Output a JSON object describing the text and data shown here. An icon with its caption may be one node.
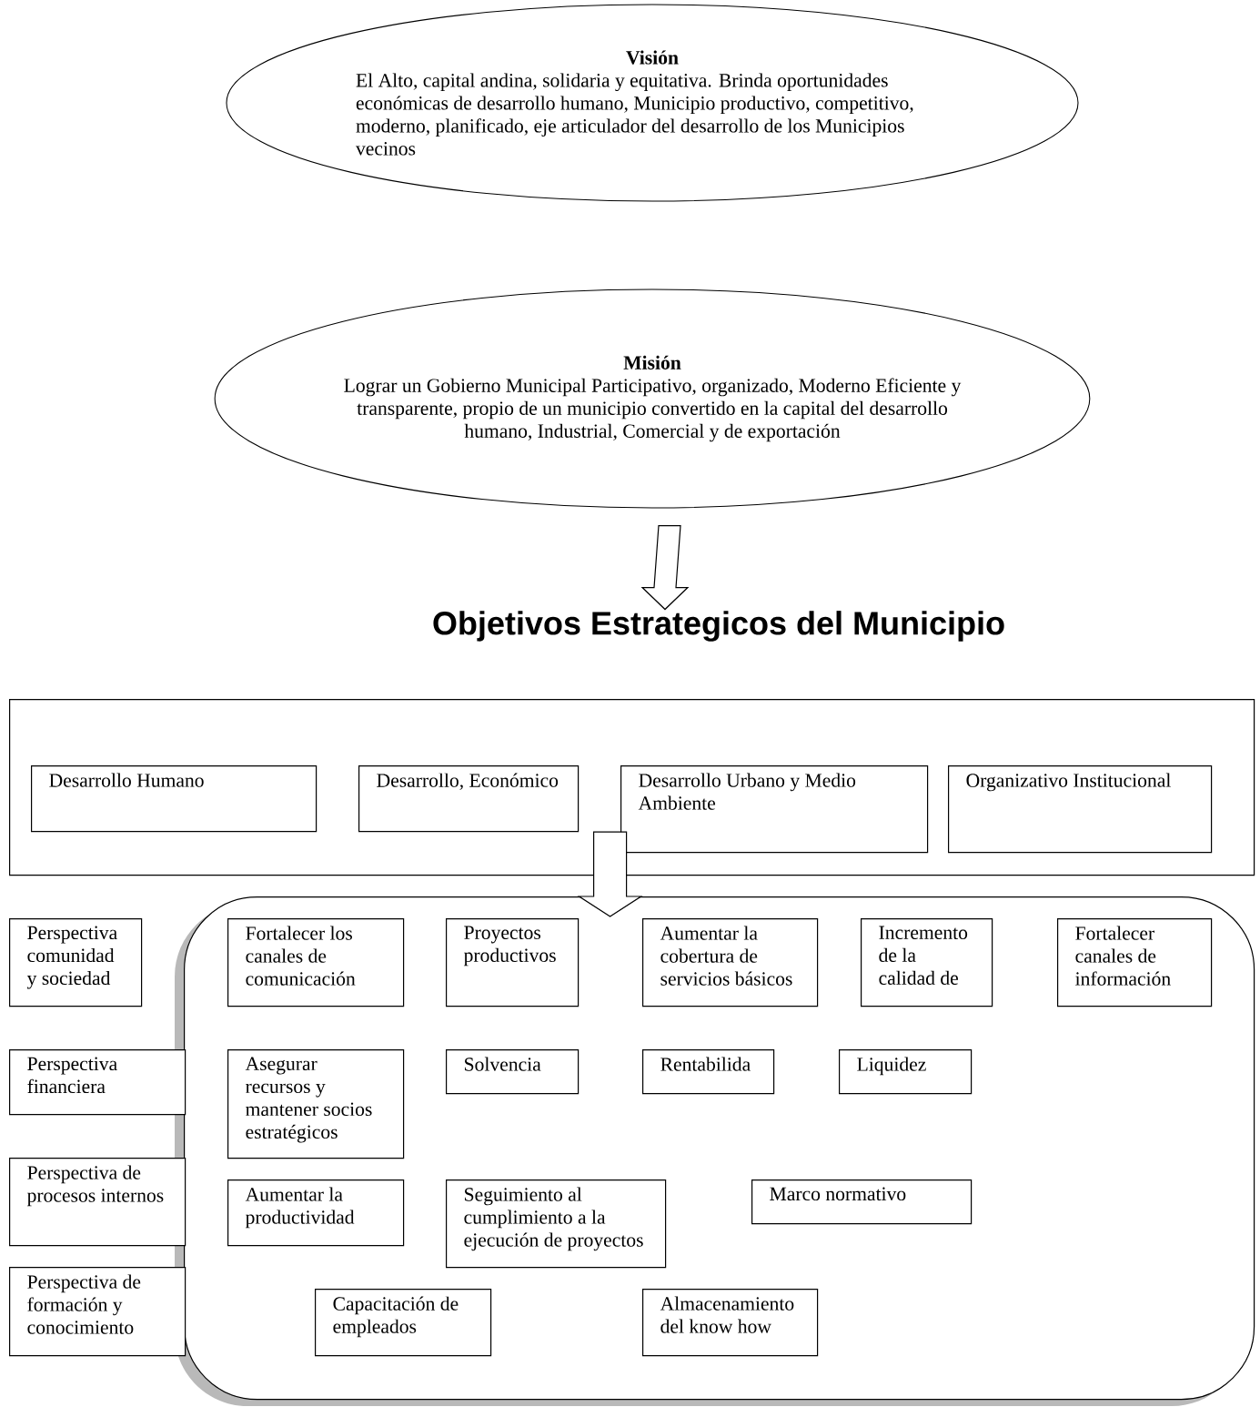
{
  "diagram": {
    "nodes": [
      {
        "text": [
          "Visión",
          "El Alto, capital andina, solidaria y equitativa. Brinda oportunidades económicas de desarrollo humano, Municipio productivo, competitivo, moderno, planificado, eje articulador del desarrollo de los Municipios vecinos"
        ]
      },
      {
        "text": [
          "Misión",
          "Lograr un Gobierno Municipal Participativo, organizado, Moderno Eficiente y transparente, propio de un municipio convertido en la capital del desarrollo humano, Industrial, Comercial y de exportación"
        ]
      },
      {
        "text": [
          "Objetivos Estrategicos del Municipio"
        ]
      },
      {
        "text": [],
        "shape": "box"
      },
      {
        "text": [
          "Desarrollo Humano"
        ],
        "in": 3
      },
      {
        "text": [
          "Desarrollo, Económico"
        ],
        "in": 3
      },
      {
        "text": [
          "Desarrollo Urbano y Medio Ambiente"
        ],
        "in": 3
      },
      {
        "text": [
          "Organizativo Institucional"
        ],
        "in": 3
      },
      {
        "text": [],
        "shape": "box"
      },
      {
        "text": [
          "Perspectiva comunidad y sociedad"
        ]
      },
      {
        "text": [
          "Perspectiva financiera"
        ]
      },
      {
        "text": [
          "Perspectiva de procesos internos"
        ]
      },
      {
        "text": [
          "Perspectiva de formación y conocimiento"
        ]
      },
      {
        "text": [
          "Fortalecer los canales de comunicación"
        ],
        "in": 8
      },
      {
        "text": [
          "Proyectos productivos"
        ],
        "in": 8
      },
      {
        "text": [
          "Aumentar la cobertura de servicios básicos"
        ],
        "in": 8
      },
      {
        "text": [
          "Incremento de la calidad de"
        ],
        "in": 8
      },
      {
        "text": [
          "Fortalecer canales de información"
        ],
        "in": 8
      },
      {
        "text": [
          "Asegurar recursos y mantener socios estratégicos"
        ],
        "in": 8
      },
      {
        "text": [
          "Solvencia"
        ],
        "in": 8
      },
      {
        "text": [
          "Rentabilida"
        ],
        "in": 8
      },
      {
        "text": [
          "Liquidez"
        ],
        "in": 8
      },
      {
        "text": [
          "Aumentar la productividad"
        ],
        "in": 8
      },
      {
        "text": [
          "Seguimiento al cumplimiento a la ejecución de proyectos"
        ],
        "in": 8
      },
      {
        "text": [
          "Marco normativo"
        ],
        "in": 8
      },
      {
        "text": [
          "Capacitación de empleados"
        ],
        "in": 8
      },
      {
        "text": [
          "Almacenamiento del know how"
        ],
        "in": 8
      }
    ],
    "edges": [
      {
        "from": 1,
        "to": 2,
        "arrow": "to"
      },
      {
        "from": 3,
        "to": 8,
        "arrow": "to"
      }
    ]
  }
}
